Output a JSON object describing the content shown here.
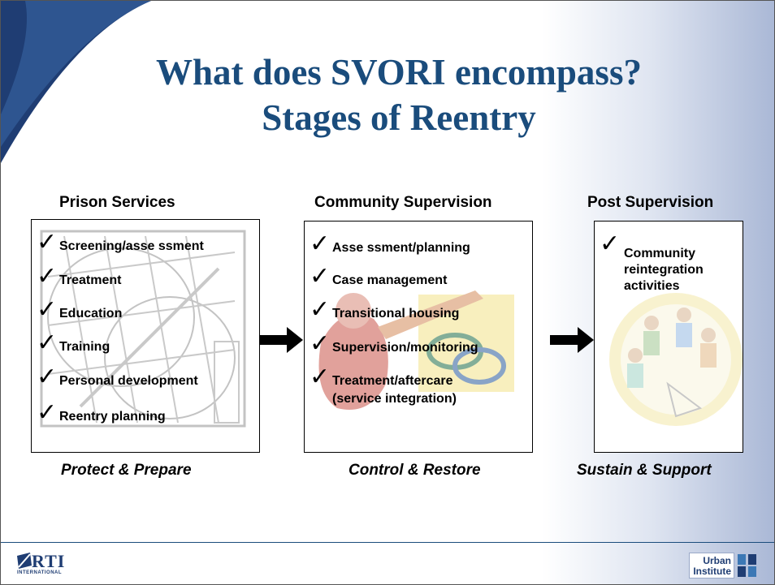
{
  "title": {
    "line1": "What does SVORI encompass?",
    "line2": "Stages of Reentry"
  },
  "stages": [
    {
      "heading": "Prison Services",
      "items": [
        "Screening/asse ssment",
        "Treatment",
        "Education",
        "Training",
        "Personal development",
        "Reentry planning"
      ],
      "motto": "Protect & Prepare"
    },
    {
      "heading": "Community Supervision",
      "items": [
        "Asse ssment/planning",
        "Case management",
        "Transitional housing",
        "Supervision/monitoring",
        "Treatment/aftercare",
        "(service integration)"
      ],
      "motto": "Control & Restore"
    },
    {
      "heading": "Post Supervision",
      "items": [
        "Community",
        "reintegration",
        "activities"
      ],
      "motto": "Sustain & Support"
    }
  ],
  "footer": {
    "rti_logo": "RTI",
    "rti_sub": "INTERNATIONAL",
    "urban_logo_line1": "Urban",
    "urban_logo_line2": "Institute"
  },
  "icons": {
    "check": "✓",
    "arrow": "right-arrow-icon"
  },
  "colors": {
    "title": "#1a4c7c",
    "accent": "#1f3d73"
  }
}
